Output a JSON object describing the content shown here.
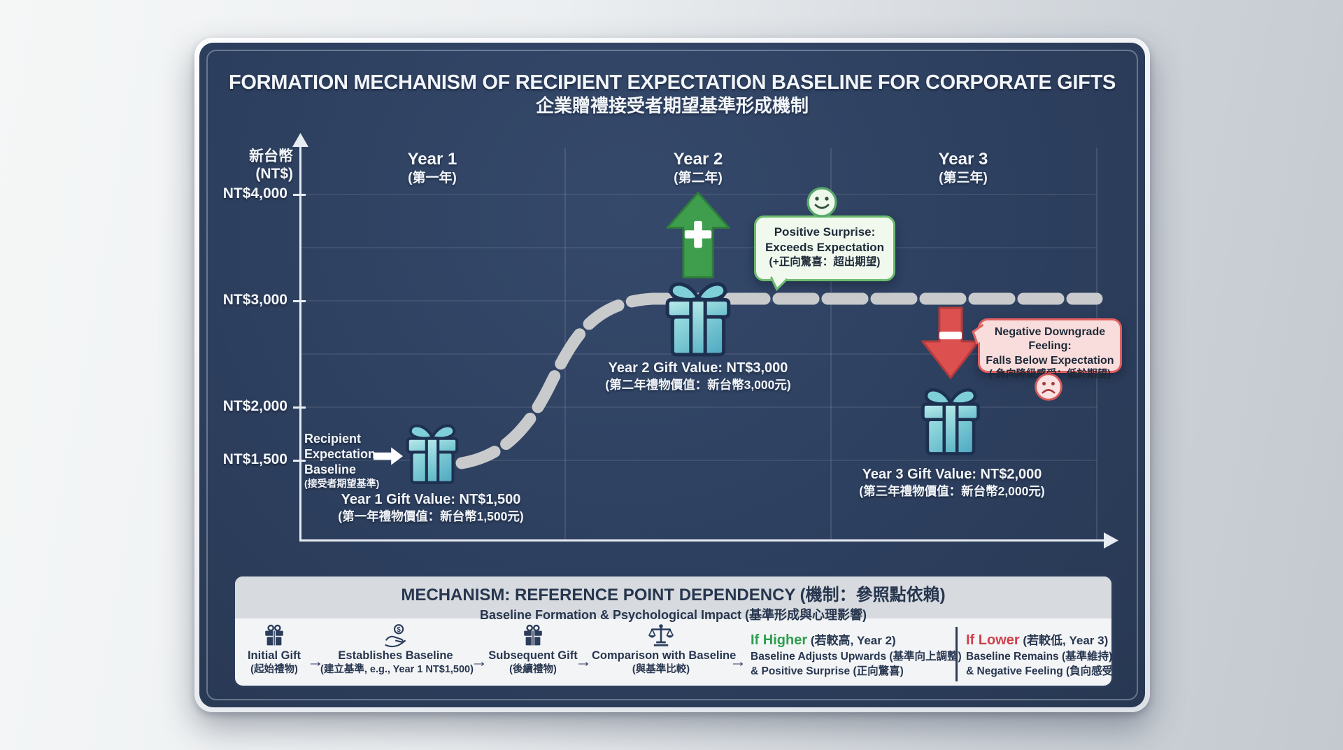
{
  "title": {
    "en": "FORMATION MECHANISM OF RECIPIENT EXPECTATION BASELINE FOR CORPORATE GIFTS",
    "zh": "企業贈禮接受者期望基準形成機制"
  },
  "axis": {
    "unit_line1": "新台幣",
    "unit_line2": "(NT$)",
    "ticks": [
      "NT$4,000",
      "NT$3,000",
      "NT$2,000",
      "NT$1,500"
    ]
  },
  "years": [
    {
      "en": "Year 1",
      "zh": "(第一年)"
    },
    {
      "en": "Year 2",
      "zh": "(第二年)"
    },
    {
      "en": "Year 3",
      "zh": "(第三年)"
    }
  ],
  "baseline_label": {
    "lines": [
      "Recipient",
      "Expectation",
      "Baseline",
      "(接受者期望基準)"
    ]
  },
  "gift_values": [
    {
      "en": "Year 1 Gift Value: NT$1,500",
      "zh": "(第一年禮物價值：新台幣1,500元)"
    },
    {
      "en": "Year 2 Gift Value: NT$3,000",
      "zh": "(第二年禮物價值：新台幣3,000元)"
    },
    {
      "en": "Year 3 Gift Value: NT$2,000",
      "zh": "(第三年禮物價值：新台幣2,000元)"
    }
  ],
  "callouts": {
    "positive": {
      "line1": "Positive Surprise:",
      "line2": "Exceeds Expectation",
      "line3": "(+正向驚喜：超出期望)"
    },
    "negative": {
      "line1": "Negative Downgrade Feeling:",
      "line2": "Falls Below Expectation",
      "line3": "(-負向降級感受：低於期望)"
    }
  },
  "mechanism": {
    "title": "MECHANISM: REFERENCE POINT DEPENDENCY (機制：參照點依賴)",
    "subtitle": "Baseline Formation & Psychological Impact (基準形成與心理影響)",
    "arrow": "→",
    "steps": [
      {
        "label": "Initial Gift",
        "zh": "(起始禮物)",
        "icon": "gift-icon"
      },
      {
        "label": "Establishes Baseline",
        "zh": "(建立基準, e.g., Year 1 NT$1,500)",
        "icon": "hand-coin-icon"
      },
      {
        "label": "Subsequent Gift",
        "zh": "(後續禮物)",
        "icon": "gift-icon"
      },
      {
        "label": "Comparison with Baseline",
        "zh": "(與基準比較)",
        "icon": "scale-icon"
      }
    ],
    "outcomes": {
      "higher": {
        "title": "If Higher",
        "suffix": " (若較高, Year 2)",
        "line1": "Baseline Adjusts Upwards (基準向上調整)",
        "line2": "& Positive Surprise (正向驚喜)"
      },
      "lower": {
        "title": "If Lower",
        "suffix": " (若較低, Year 3)",
        "line1": "Baseline Remains (基準維持)",
        "line2": "& Negative Feeling (負向感受)"
      }
    }
  },
  "chart_data": {
    "type": "line",
    "x": [
      "Year 1",
      "Year 2",
      "Year 3"
    ],
    "series": [
      {
        "name": "Gift Value (NT$)",
        "values": [
          1500,
          3000,
          2000
        ]
      },
      {
        "name": "Recipient Expectation Baseline (NT$)",
        "values": [
          1500,
          3000,
          3000
        ]
      }
    ],
    "y_ticks": [
      4000,
      3000,
      2000,
      1500
    ],
    "ylim": [
      1000,
      4500
    ],
    "grid": true
  },
  "colors": {
    "card_navy": "#2d3f5e",
    "gift_teal": "#5bb7c6",
    "positive_green": "#3f9e4d",
    "negative_red": "#dc5050",
    "baseline_gray": "#c8cacc",
    "panel_bg": "#f3f4f6",
    "navy_text": "#27364f",
    "higher_green": "#2e9e4f",
    "lower_red": "#cf3f4a"
  }
}
